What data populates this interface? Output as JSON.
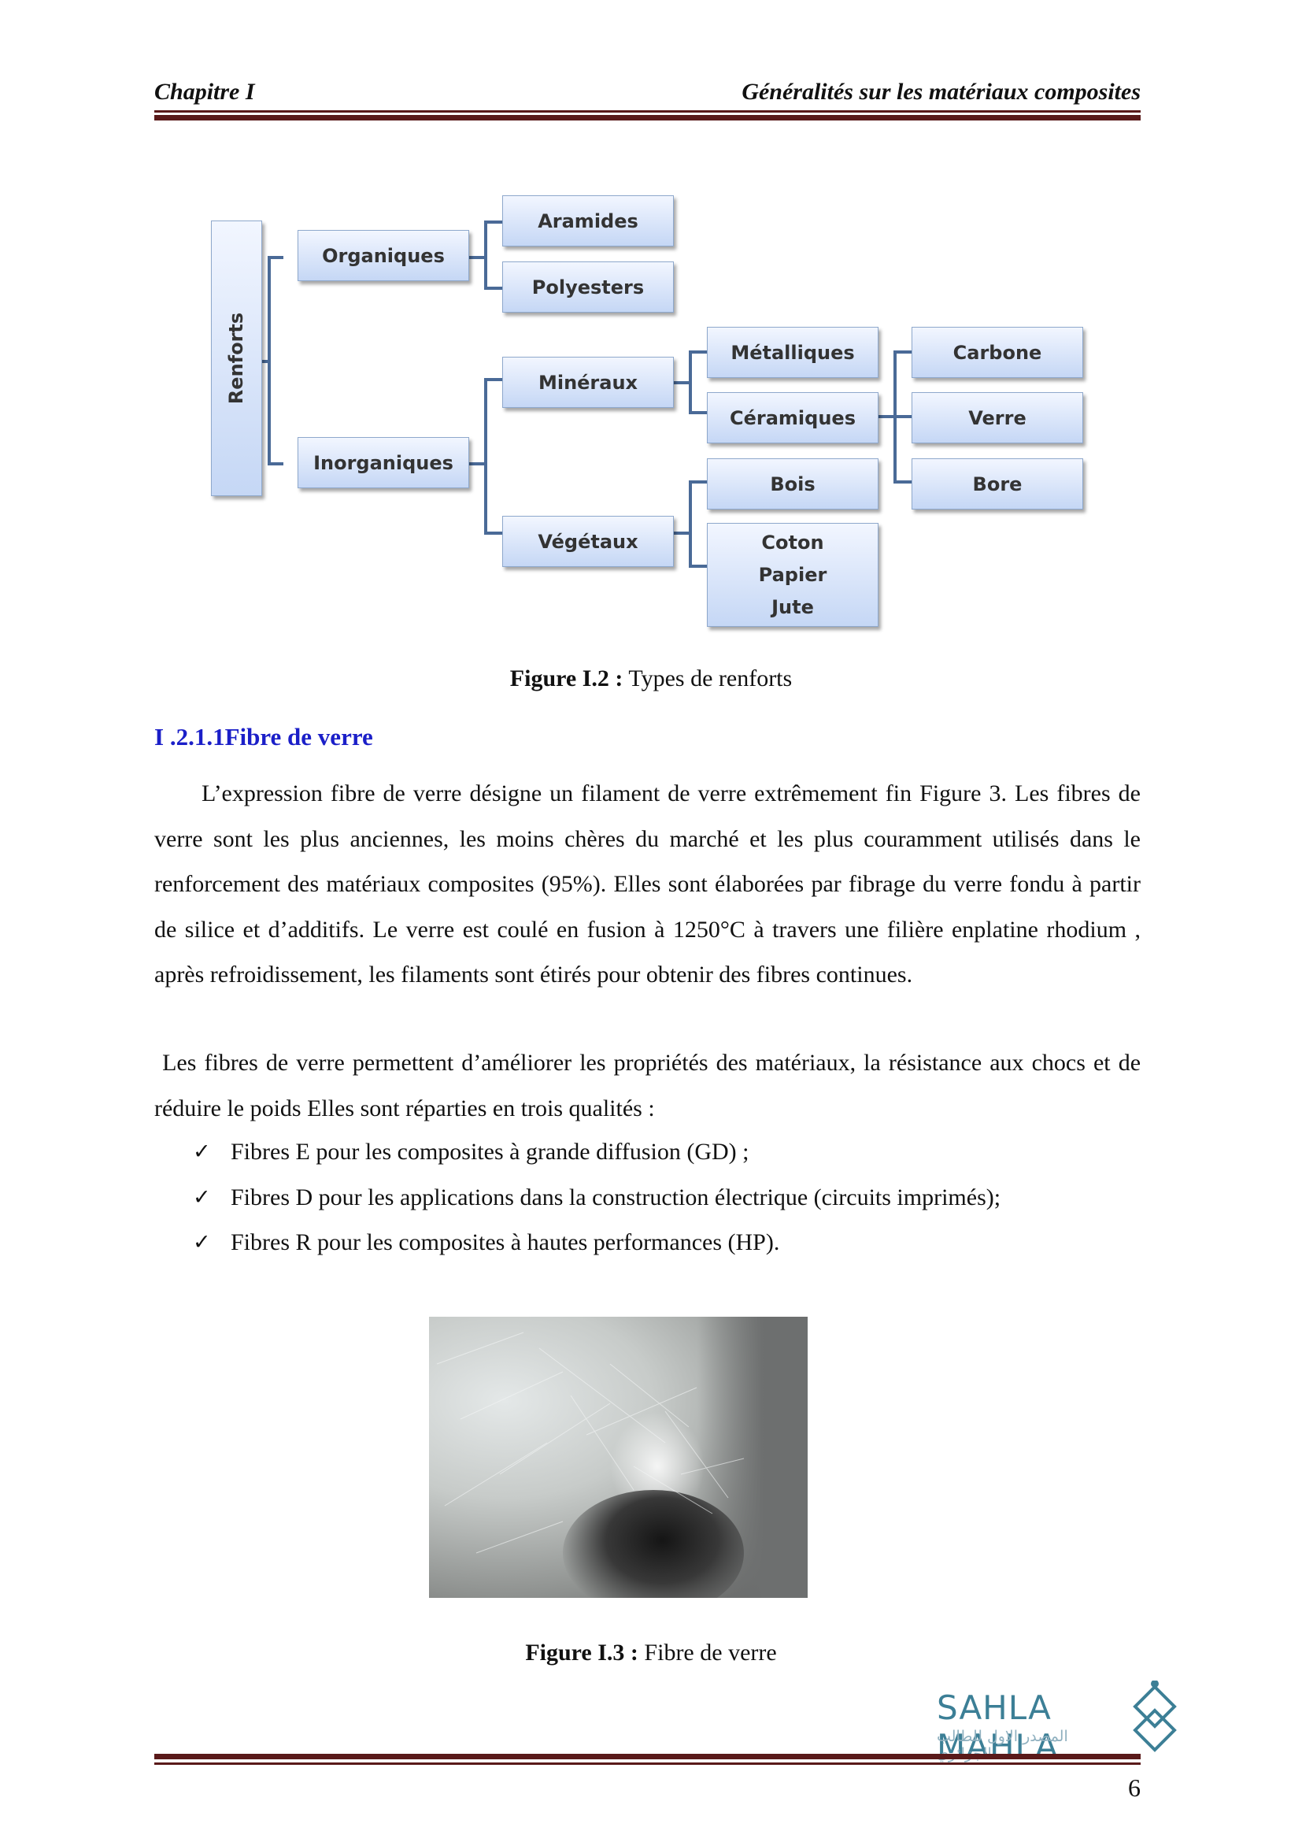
{
  "header": {
    "left": "Chapitre I",
    "right": "Généralités sur les matériaux composites"
  },
  "diagram": {
    "root": "Renforts",
    "organiques": "Organiques",
    "aramides": "Aramides",
    "polyesters": "Polyesters",
    "inorganiques": "Inorganiques",
    "mineraux": "Minéraux",
    "vegetaux": "Végétaux",
    "metalliques": "Métalliques",
    "ceramiques": "Céramiques",
    "bois": "Bois",
    "coton": "Coton",
    "papier": "Papier",
    "jute": "Jute",
    "carbone": "Carbone",
    "verre": "Verre",
    "bore": "Bore"
  },
  "figure2": {
    "label": "Figure I.2 :",
    "text": " Types de renforts"
  },
  "section": {
    "title": "I .2.1.1Fibre de verre"
  },
  "paragraph1": "L’expression fibre de verre désigne un filament de verre extrêmement fin Figure 3. Les fibres de verre sont les plus anciennes, les moins chères du marché et les plus couramment utilisés dans le renforcement des matériaux composites (95%). Elles sont élaborées par fibrage du verre fondu à partir de silice et d’additifs. Le verre est coulé en fusion à 1250°C à travers une filière enplatine rhodium , après refroidissement, les filaments sont étirés pour obtenir des fibres continues.",
  "paragraph2": " Les fibres de verre permettent d’améliorer les propriétés des matériaux, la résistance aux chocs et de réduire le poids Elles sont réparties en trois qualités :",
  "bullets": [
    "Fibres E pour les composites à grande diffusion (GD) ;",
    "Fibres D pour les applications dans la construction électrique (circuits imprimés);",
    "Fibres R pour les composites à hautes performances (HP)."
  ],
  "bullet_mark": "✓",
  "figure3": {
    "label": "Figure I.3 :",
    "text": " Fibre de verre"
  },
  "logo": {
    "name": "SAHLA MAHLA",
    "tagline": "المصدر الاول للطالب الجزائري"
  },
  "page_number": "6"
}
